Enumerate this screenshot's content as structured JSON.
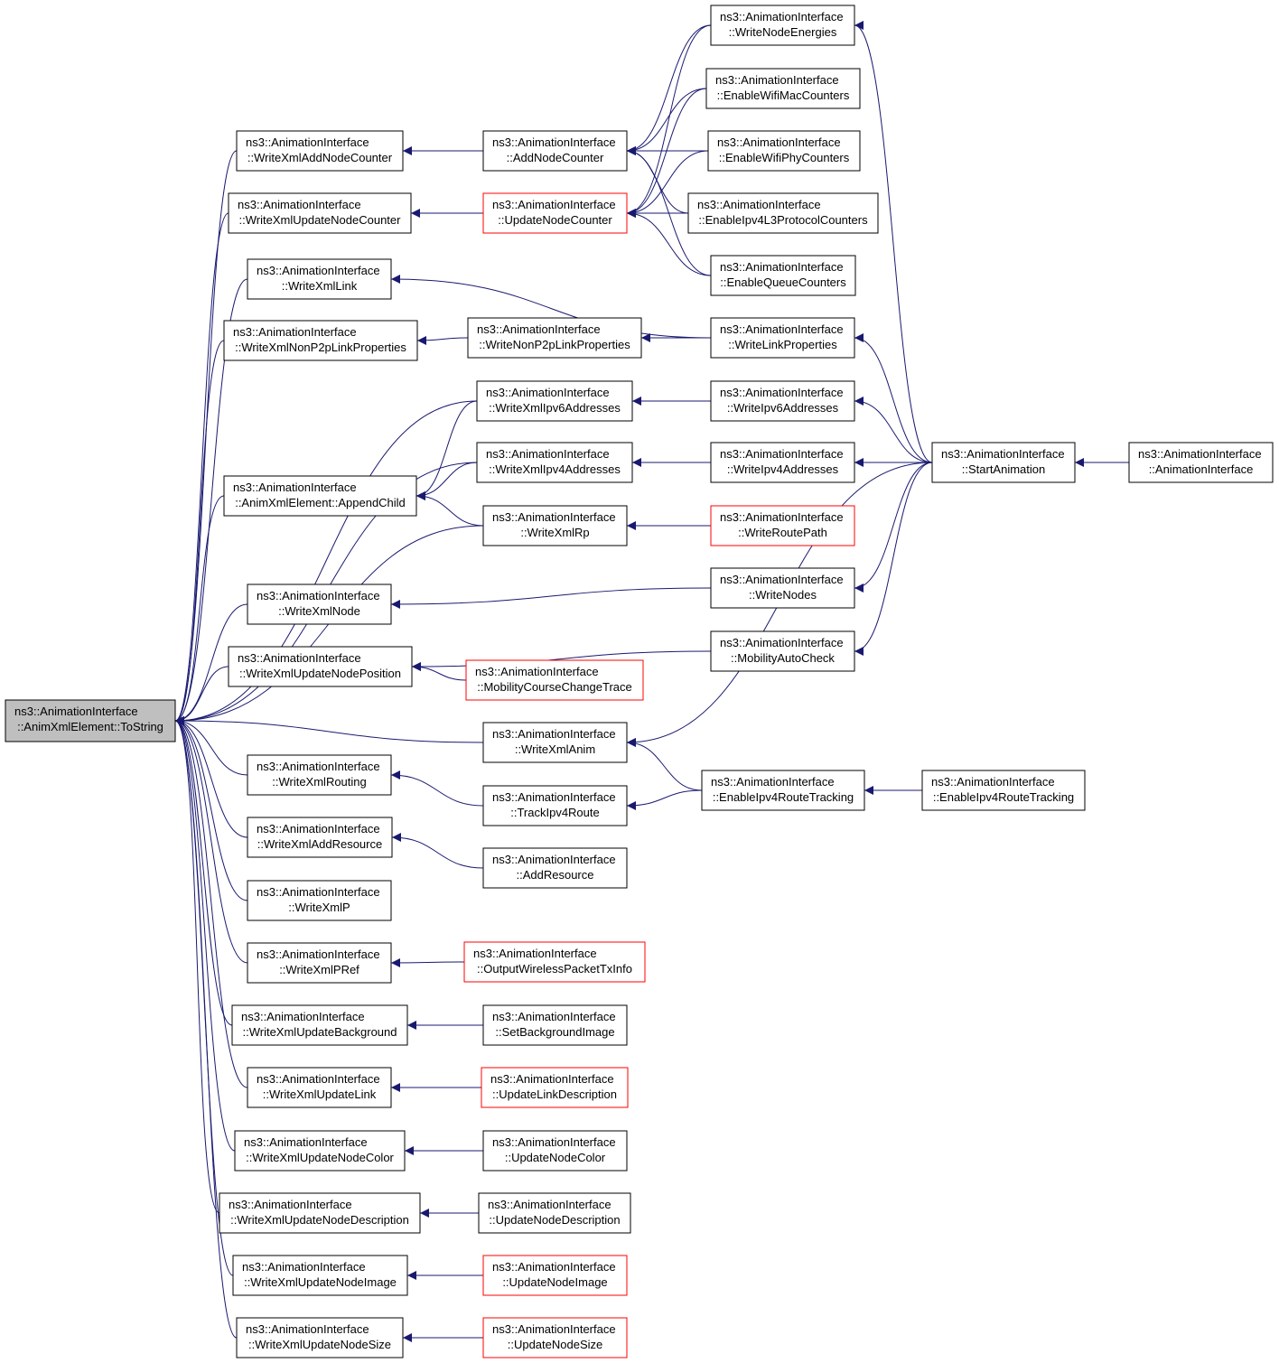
{
  "diagram": {
    "type": "doxygen-caller-graph",
    "colors": {
      "edge": "#191970",
      "root_fill": "#bfbfbf",
      "red_border": "#ff0000",
      "border": "#000000"
    },
    "root": "tostring",
    "nodes": [
      {
        "id": "tostring",
        "l1": "ns3::AnimationInterface",
        "l2": "::AnimXmlElement::ToString",
        "style": "root"
      },
      {
        "id": "wxAddNodeCounter",
        "l1": "ns3::AnimationInterface",
        "l2": "::WriteXmlAddNodeCounter",
        "style": "normal"
      },
      {
        "id": "wxUpdateNodeCounter",
        "l1": "ns3::AnimationInterface",
        "l2": "::WriteXmlUpdateNodeCounter",
        "style": "normal"
      },
      {
        "id": "wxLink",
        "l1": "ns3::AnimationInterface",
        "l2": "::WriteXmlLink",
        "style": "normal"
      },
      {
        "id": "wxNonP2p",
        "l1": "ns3::AnimationInterface",
        "l2": "::WriteXmlNonP2pLinkProperties",
        "style": "normal"
      },
      {
        "id": "appendChild",
        "l1": "ns3::AnimationInterface",
        "l2": "::AnimXmlElement::AppendChild",
        "style": "normal"
      },
      {
        "id": "wxNode",
        "l1": "ns3::AnimationInterface",
        "l2": "::WriteXmlNode",
        "style": "normal"
      },
      {
        "id": "wxUpdateNodePos",
        "l1": "ns3::AnimationInterface",
        "l2": "::WriteXmlUpdateNodePosition",
        "style": "normal"
      },
      {
        "id": "wxRouting",
        "l1": "ns3::AnimationInterface",
        "l2": "::WriteXmlRouting",
        "style": "normal"
      },
      {
        "id": "wxAddResource",
        "l1": "ns3::AnimationInterface",
        "l2": "::WriteXmlAddResource",
        "style": "normal"
      },
      {
        "id": "wxP",
        "l1": "ns3::AnimationInterface",
        "l2": "::WriteXmlP",
        "style": "normal"
      },
      {
        "id": "wxPRef",
        "l1": "ns3::AnimationInterface",
        "l2": "::WriteXmlPRef",
        "style": "normal"
      },
      {
        "id": "wxUpdateBg",
        "l1": "ns3::AnimationInterface",
        "l2": "::WriteXmlUpdateBackground",
        "style": "normal"
      },
      {
        "id": "wxUpdateLink",
        "l1": "ns3::AnimationInterface",
        "l2": "::WriteXmlUpdateLink",
        "style": "normal"
      },
      {
        "id": "wxUpdateNodeColor",
        "l1": "ns3::AnimationInterface",
        "l2": "::WriteXmlUpdateNodeColor",
        "style": "normal"
      },
      {
        "id": "wxUpdateNodeDesc",
        "l1": "ns3::AnimationInterface",
        "l2": "::WriteXmlUpdateNodeDescription",
        "style": "normal"
      },
      {
        "id": "wxUpdateNodeImage",
        "l1": "ns3::AnimationInterface",
        "l2": "::WriteXmlUpdateNodeImage",
        "style": "normal"
      },
      {
        "id": "wxUpdateNodeSize",
        "l1": "ns3::AnimationInterface",
        "l2": "::WriteXmlUpdateNodeSize",
        "style": "normal"
      },
      {
        "id": "addNodeCounter",
        "l1": "ns3::AnimationInterface",
        "l2": "::AddNodeCounter",
        "style": "normal"
      },
      {
        "id": "updateNodeCounter",
        "l1": "ns3::AnimationInterface",
        "l2": "::UpdateNodeCounter",
        "style": "red"
      },
      {
        "id": "writeNonP2p",
        "l1": "ns3::AnimationInterface",
        "l2": "::WriteNonP2pLinkProperties",
        "style": "normal"
      },
      {
        "id": "wxIpv6",
        "l1": "ns3::AnimationInterface",
        "l2": "::WriteXmlIpv6Addresses",
        "style": "normal"
      },
      {
        "id": "wxIpv4",
        "l1": "ns3::AnimationInterface",
        "l2": "::WriteXmlIpv4Addresses",
        "style": "normal"
      },
      {
        "id": "wxRp",
        "l1": "ns3::AnimationInterface",
        "l2": "::WriteXmlRp",
        "style": "normal"
      },
      {
        "id": "mobCourse",
        "l1": "ns3::AnimationInterface",
        "l2": "::MobilityCourseChangeTrace",
        "style": "red"
      },
      {
        "id": "wxAnim",
        "l1": "ns3::AnimationInterface",
        "l2": "::WriteXmlAnim",
        "style": "normal"
      },
      {
        "id": "trackIpv4",
        "l1": "ns3::AnimationInterface",
        "l2": "::TrackIpv4Route",
        "style": "normal"
      },
      {
        "id": "addResource",
        "l1": "ns3::AnimationInterface",
        "l2": "::AddResource",
        "style": "normal"
      },
      {
        "id": "outWireless",
        "l1": "ns3::AnimationInterface",
        "l2": "::OutputWirelessPacketTxInfo",
        "style": "red"
      },
      {
        "id": "setBg",
        "l1": "ns3::AnimationInterface",
        "l2": "::SetBackgroundImage",
        "style": "normal"
      },
      {
        "id": "updateLinkDesc",
        "l1": "ns3::AnimationInterface",
        "l2": "::UpdateLinkDescription",
        "style": "red"
      },
      {
        "id": "updateNodeColor",
        "l1": "ns3::AnimationInterface",
        "l2": "::UpdateNodeColor",
        "style": "normal"
      },
      {
        "id": "updateNodeDesc",
        "l1": "ns3::AnimationInterface",
        "l2": "::UpdateNodeDescription",
        "style": "normal"
      },
      {
        "id": "updateNodeImage",
        "l1": "ns3::AnimationInterface",
        "l2": "::UpdateNodeImage",
        "style": "red"
      },
      {
        "id": "updateNodeSize",
        "l1": "ns3::AnimationInterface",
        "l2": "::UpdateNodeSize",
        "style": "red"
      },
      {
        "id": "writeNodeEnergies",
        "l1": "ns3::AnimationInterface",
        "l2": "::WriteNodeEnergies",
        "style": "normal"
      },
      {
        "id": "enWifiMac",
        "l1": "ns3::AnimationInterface",
        "l2": "::EnableWifiMacCounters",
        "style": "normal"
      },
      {
        "id": "enWifiPhy",
        "l1": "ns3::AnimationInterface",
        "l2": "::EnableWifiPhyCounters",
        "style": "normal"
      },
      {
        "id": "enIpv4L3",
        "l1": "ns3::AnimationInterface",
        "l2": "::EnableIpv4L3ProtocolCounters",
        "style": "normal"
      },
      {
        "id": "enQueue",
        "l1": "ns3::AnimationInterface",
        "l2": "::EnableQueueCounters",
        "style": "normal"
      },
      {
        "id": "writeLinkProps",
        "l1": "ns3::AnimationInterface",
        "l2": "::WriteLinkProperties",
        "style": "normal"
      },
      {
        "id": "writeIpv6",
        "l1": "ns3::AnimationInterface",
        "l2": "::WriteIpv6Addresses",
        "style": "normal"
      },
      {
        "id": "writeIpv4",
        "l1": "ns3::AnimationInterface",
        "l2": "::WriteIpv4Addresses",
        "style": "normal"
      },
      {
        "id": "writeRoutePath",
        "l1": "ns3::AnimationInterface",
        "l2": "::WriteRoutePath",
        "style": "red"
      },
      {
        "id": "writeNodes",
        "l1": "ns3::AnimationInterface",
        "l2": "::WriteNodes",
        "style": "normal"
      },
      {
        "id": "mobAutoCheck",
        "l1": "ns3::AnimationInterface",
        "l2": "::MobilityAutoCheck",
        "style": "normal"
      },
      {
        "id": "enIpv4RouteTrack",
        "l1": "ns3::AnimationInterface",
        "l2": "::EnableIpv4RouteTracking",
        "style": "normal"
      },
      {
        "id": "startAnim",
        "l1": "ns3::AnimationInterface",
        "l2": "::StartAnimation",
        "style": "normal"
      },
      {
        "id": "enIpv4RouteTrack2",
        "l1": "ns3::AnimationInterface",
        "l2": "::EnableIpv4RouteTracking",
        "style": "normal"
      },
      {
        "id": "animIface",
        "l1": "ns3::AnimationInterface",
        "l2": "::AnimationInterface",
        "style": "normal"
      }
    ],
    "edges": [
      [
        "wxAddNodeCounter",
        "tostring"
      ],
      [
        "wxUpdateNodeCounter",
        "tostring"
      ],
      [
        "wxLink",
        "tostring"
      ],
      [
        "wxNonP2p",
        "tostring"
      ],
      [
        "wxIpv6",
        "tostring"
      ],
      [
        "wxIpv4",
        "tostring"
      ],
      [
        "appendChild",
        "tostring"
      ],
      [
        "wxRp",
        "tostring"
      ],
      [
        "wxNode",
        "tostring"
      ],
      [
        "wxUpdateNodePos",
        "tostring"
      ],
      [
        "wxAnim",
        "tostring"
      ],
      [
        "wxRouting",
        "tostring"
      ],
      [
        "wxAddResource",
        "tostring"
      ],
      [
        "wxP",
        "tostring"
      ],
      [
        "wxPRef",
        "tostring"
      ],
      [
        "wxUpdateBg",
        "tostring"
      ],
      [
        "wxUpdateLink",
        "tostring"
      ],
      [
        "wxUpdateNodeColor",
        "tostring"
      ],
      [
        "wxUpdateNodeDesc",
        "tostring"
      ],
      [
        "wxUpdateNodeImage",
        "tostring"
      ],
      [
        "wxUpdateNodeSize",
        "tostring"
      ],
      [
        "addNodeCounter",
        "wxAddNodeCounter"
      ],
      [
        "updateNodeCounter",
        "wxUpdateNodeCounter"
      ],
      [
        "writeLinkProps",
        "wxLink"
      ],
      [
        "writeNonP2p",
        "wxNonP2p"
      ],
      [
        "wxIpv6",
        "appendChild"
      ],
      [
        "wxIpv4",
        "appendChild"
      ],
      [
        "wxRp",
        "appendChild"
      ],
      [
        "writeNodes",
        "wxNode"
      ],
      [
        "mobAutoCheck",
        "wxUpdateNodePos"
      ],
      [
        "mobCourse",
        "wxUpdateNodePos"
      ],
      [
        "trackIpv4",
        "wxRouting"
      ],
      [
        "addResource",
        "wxAddResource"
      ],
      [
        "outWireless",
        "wxPRef"
      ],
      [
        "setBg",
        "wxUpdateBg"
      ],
      [
        "updateLinkDesc",
        "wxUpdateLink"
      ],
      [
        "updateNodeColor",
        "wxUpdateNodeColor"
      ],
      [
        "updateNodeDesc",
        "wxUpdateNodeDesc"
      ],
      [
        "updateNodeImage",
        "wxUpdateNodeImage"
      ],
      [
        "updateNodeSize",
        "wxUpdateNodeSize"
      ],
      [
        "writeNodeEnergies",
        "addNodeCounter"
      ],
      [
        "enWifiMac",
        "addNodeCounter"
      ],
      [
        "enWifiPhy",
        "addNodeCounter"
      ],
      [
        "enIpv4L3",
        "addNodeCounter"
      ],
      [
        "enQueue",
        "addNodeCounter"
      ],
      [
        "writeNodeEnergies",
        "updateNodeCounter"
      ],
      [
        "enWifiMac",
        "updateNodeCounter"
      ],
      [
        "enWifiPhy",
        "updateNodeCounter"
      ],
      [
        "enIpv4L3",
        "updateNodeCounter"
      ],
      [
        "enQueue",
        "updateNodeCounter"
      ],
      [
        "writeLinkProps",
        "writeNonP2p"
      ],
      [
        "writeIpv6",
        "wxIpv6"
      ],
      [
        "writeIpv4",
        "wxIpv4"
      ],
      [
        "writeRoutePath",
        "wxRp"
      ],
      [
        "startAnim",
        "wxAnim"
      ],
      [
        "enIpv4RouteTrack",
        "wxAnim"
      ],
      [
        "enIpv4RouteTrack",
        "trackIpv4"
      ],
      [
        "startAnim",
        "writeNodeEnergies"
      ],
      [
        "startAnim",
        "writeLinkProps"
      ],
      [
        "startAnim",
        "writeIpv6"
      ],
      [
        "startAnim",
        "writeIpv4"
      ],
      [
        "startAnim",
        "writeNodes"
      ],
      [
        "startAnim",
        "mobAutoCheck"
      ],
      [
        "enIpv4RouteTrack2",
        "enIpv4RouteTrack"
      ],
      [
        "animIface",
        "startAnim"
      ]
    ]
  }
}
